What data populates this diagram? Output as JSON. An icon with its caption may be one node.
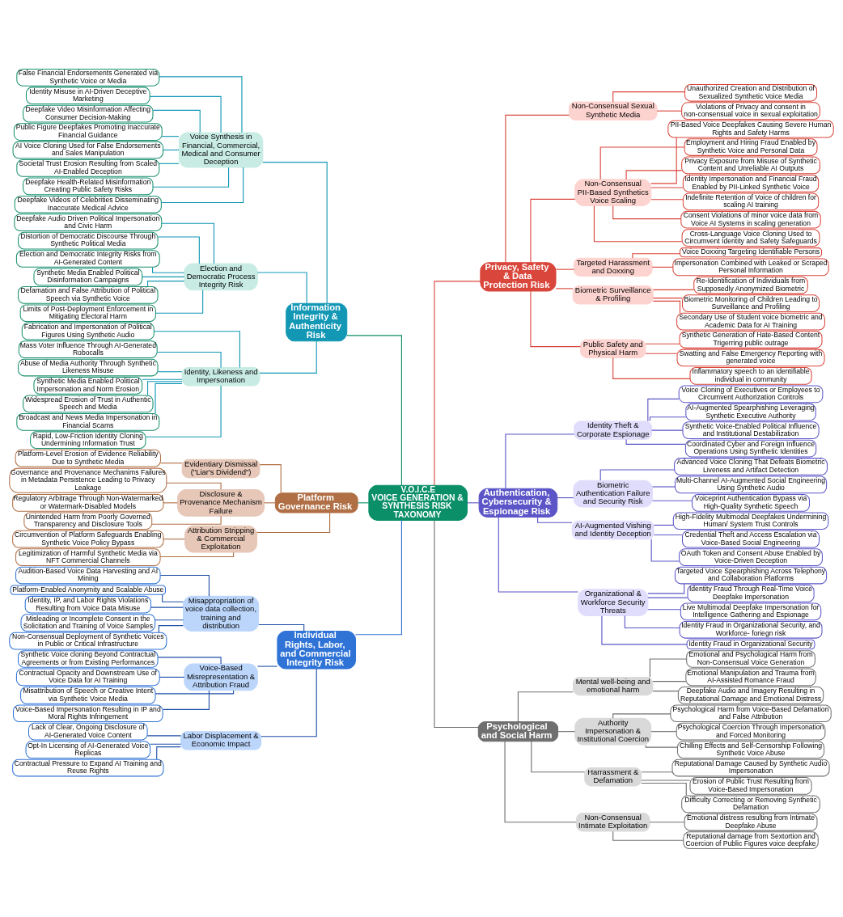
{
  "diagram": {
    "nodes": [
      {
        "text": [
          "V.O.I.C.E",
          "VOICE GENERATION & SYNTHESIS RISK TAXONOMY"
        ]
      },
      {
        "text": [
          "Information Integrity & Authenticity Risk"
        ]
      },
      {
        "text": [
          "Voice Synthesis in Financial, Commercial, Medical and Consumer Deception"
        ]
      },
      {
        "text": [
          "Election and Democratic Process Integrity Risk"
        ]
      },
      {
        "text": [
          "Identity, Likeness and Impersonation"
        ]
      },
      {
        "text": [
          "False Financial Endorsements Generated via Synthetic Voice or Media"
        ]
      },
      {
        "text": [
          "Identity Misuse in AI-Driven Deceptive Marketing"
        ]
      },
      {
        "text": [
          "Deepfake Video Misinformation Affecting Consumer Decision-Making"
        ]
      },
      {
        "text": [
          "Public Figure Deepfakes Promoting Inaccurate Financial Guidance"
        ]
      },
      {
        "text": [
          "AI Voice Cloning Used for False Endorsements and Sales Manipulation"
        ]
      },
      {
        "text": [
          "Societal Trust Erosion Resulting from Scaled AI-Enabled Deception"
        ]
      },
      {
        "text": [
          "Deepfake Health-Related Misinformation Creating Public Safety Risks"
        ]
      },
      {
        "text": [
          "Deepfake Videos of Celebrities Disseminating Inaccurate Medical Advice"
        ]
      },
      {
        "text": [
          "Deepfake Audio Driven Political Impersonation and Civic Harm"
        ]
      },
      {
        "text": [
          "Distortion of Democratic Discourse Through Synthetic Political Media"
        ]
      },
      {
        "text": [
          "Election and Democratic Integrity Risks from AI-Generated Content"
        ]
      },
      {
        "text": [
          "Synthetic Media Enabled Political Disinformation Campaigns"
        ]
      },
      {
        "text": [
          "Defamation and False Attribution of Political Speech via Synthetic Voice"
        ]
      },
      {
        "text": [
          "Limits of Post-Deployment Enforcement in Mitigating Electoral Harm"
        ]
      },
      {
        "text": [
          "Fabrication and Impersonation of Political Figures Using Synthetic Audio"
        ]
      },
      {
        "text": [
          "Mass Voter Influence Through AI-Generated Robocalls"
        ]
      },
      {
        "text": [
          "Abuse of Media Authority Through Synthetic Likeness Misuse"
        ]
      },
      {
        "text": [
          "Synthetic Media Enabled Political Impersonation and Norm Erosion"
        ]
      },
      {
        "text": [
          "Widespread Erosion of Trust in Authentic Speech and Media"
        ]
      },
      {
        "text": [
          "Broadcast and News Media Impersonation in Financial Scams"
        ]
      },
      {
        "text": [
          "Rapid, Low-Friction Identity Cloning Undermining Information Trust"
        ]
      },
      {
        "text": [
          "Privacy, Safety & Data Protection Risk"
        ]
      },
      {
        "text": [
          "Non-Consensual Sexual Synthetic Media"
        ]
      },
      {
        "text": [
          "Non-Consensual PII-Based Synthetics Voice Scaling"
        ]
      },
      {
        "text": [
          "Targeted Harassment and Doxxing"
        ]
      },
      {
        "text": [
          "Biometric Surveillance & Profiling"
        ]
      },
      {
        "text": [
          "Public Safety and Physical Harm"
        ]
      },
      {
        "text": [
          "Unauthorized Creation and Distribution of Sexualized Synthetic Voice Media"
        ]
      },
      {
        "text": [
          "Violations of Privacy and consent in non-consensual voice in sexual exploitation"
        ]
      },
      {
        "text": [
          "PII-Based Voice Deepfakes Causing Severe Human Rights and Safety Harms"
        ]
      },
      {
        "text": [
          "Employment and Hiring Fraud Enabled by Synthetic Voice and Personal Data"
        ]
      },
      {
        "text": [
          "Privacy Exposure from Misuse of Synthetic Content and Unreliable AI Outputs"
        ]
      },
      {
        "text": [
          "Identity Impersonation and Financial Fraud Enabled by PII-Linked Synthetic Voice"
        ]
      },
      {
        "text": [
          "Indefinite Retention of Voice of children for scaling AI training"
        ]
      },
      {
        "text": [
          "Consent Violations of minor voice data from Voice AI Systems in scaling generation"
        ]
      },
      {
        "text": [
          "Cross-Language Voice Cloning Used to Circumvent Identity and Safety Safeguards"
        ]
      },
      {
        "text": [
          "Voice Doxxing Targeting Identifiable Persons"
        ]
      },
      {
        "text": [
          "Impersonation Combined with Leaked or Scraped Personal Information"
        ]
      },
      {
        "text": [
          "Re-Identification of Individuals from Supposedly Anonymized Biometric"
        ]
      },
      {
        "text": [
          "Biometric Monitoring of Children Leading to Surveillance and Profiling"
        ]
      },
      {
        "text": [
          "Secondary Use of Student voice biometric and Academic Data for AI Training"
        ]
      },
      {
        "text": [
          "Synthetic Generation of Hate-Based Content Trigerring public outrage"
        ]
      },
      {
        "text": [
          "Swatting and False Emergency Reporting with generated voice"
        ]
      },
      {
        "text": [
          "Inflammatory speech to an identifiable individual in community"
        ]
      },
      {
        "text": [
          "Platform Governance Risk"
        ]
      },
      {
        "text": [
          "Evidentiary Dismissal (\"Liar's Dividend\")"
        ]
      },
      {
        "text": [
          "Disclosure & Provenance Mechanism Failure"
        ]
      },
      {
        "text": [
          "Attribution Stripping & Commercial Exploitation"
        ]
      },
      {
        "text": [
          "Platform-Level Erosion of Evidence Reliability Due to Synthetic Media"
        ]
      },
      {
        "text": [
          "Governance and Provenance Mechanims Failures in Metadata Persistence Leading to Privacy Leakage"
        ]
      },
      {
        "text": [
          "Regulatory Arbitrage Through Non-Watermarked or Watermark-Disabled Models"
        ]
      },
      {
        "text": [
          "Unintended Harm from Poorly Governed Transparency and Disclosure Tools"
        ]
      },
      {
        "text": [
          "Circumvention of Platform Safeguards Enabling Synthetic Voice Policy Bypass"
        ]
      },
      {
        "text": [
          "Legitimization of Harmful Synthetic Media via NFT Commercial Channels"
        ]
      },
      {
        "text": [
          "Authentication, Cybersecurity & Espionage Risk"
        ]
      },
      {
        "text": [
          "Identity Theft & Corporate Espionage"
        ]
      },
      {
        "text": [
          "Biometric Authentication Failure and Security Risk"
        ]
      },
      {
        "text": [
          "AI-Augmented Vishing and Identity Deception"
        ]
      },
      {
        "text": [
          "Organizational & Workforce Security Threats"
        ]
      },
      {
        "text": [
          "Voice Cloning of Executives or Employees to Circumvent Authorization Controls"
        ]
      },
      {
        "text": [
          "AI-Augmented Spearphishing Leveraging Synthetic Executive Authority"
        ]
      },
      {
        "text": [
          "Synthetic Voice-Enabled Political Influence and Institutional Destabilization"
        ]
      },
      {
        "text": [
          "Coordinated Cyber and Foreign Influence Operations Using Synthetic Identities"
        ]
      },
      {
        "text": [
          "Advanced Voice Cloning That Defeats Biometric Liveness and Artifact Detection"
        ]
      },
      {
        "text": [
          "Multi-Channel AI-Augmented Social Engineering Using Synthetic Audio"
        ]
      },
      {
        "text": [
          "Voiceprint Authentication Bypass via High-Quality Synthetic Speech"
        ]
      },
      {
        "text": [
          "High-Fidelity Multimodal Deepfakes Undermining Human/ System Trust Controls"
        ]
      },
      {
        "text": [
          "Credential Theft and Access Escalation via Voice-Based Social Engineering"
        ]
      },
      {
        "text": [
          "OAuth Token and Consent Abuse Enabled by Voice-Driven Deception"
        ]
      },
      {
        "text": [
          "Targeted Voice Spearphishing Across Telephony and Collaboration Platforms"
        ]
      },
      {
        "text": [
          "Identity Fraud Through Real-Time Voice Deepfake Impersonation"
        ]
      },
      {
        "text": [
          "Live Multimodal Deepfake Impersonation for Intelligence Gathering and Espionage"
        ]
      },
      {
        "text": [
          "Identity Fraud in Organizational Security, and Workforce- foriegn risk"
        ]
      },
      {
        "text": [
          "Identity Fraud in Organizational Security"
        ]
      },
      {
        "text": [
          "Individual Rights, Labor, and Commercial Integrity Risk"
        ]
      },
      {
        "text": [
          "Misappropriation of voice data collection, training and distribution"
        ]
      },
      {
        "text": [
          "Voice-Based Misrepresentation & Attribution Fraud"
        ]
      },
      {
        "text": [
          "Labor Displacement & Economic Impact"
        ]
      },
      {
        "text": [
          "Audition-Based Voice Data Harvesting and AI Mining"
        ]
      },
      {
        "text": [
          "Platform-Enabled Anonymity and Scalable Abuse"
        ]
      },
      {
        "text": [
          "Identity, IP, and Labor Rights Violations Resulting from Voice Data Misuse"
        ]
      },
      {
        "text": [
          "Misleading or Incomplete Consent in the Solicitation and Training of Voice Samples"
        ]
      },
      {
        "text": [
          "Non-Consensual Deployment of Synthetic Voices in Public or Critical Infrastructure"
        ]
      },
      {
        "text": [
          "Synthetic Voice cloning Beyond Contractual Agreements or from Existing Performances"
        ]
      },
      {
        "text": [
          "Contractual Opacity and Downstream Use of Voice Data for AI Training"
        ]
      },
      {
        "text": [
          "Misattribution of Speech or Creative Intent via Synthetic Voice Media"
        ]
      },
      {
        "text": [
          "Voice-Based Impersonation Resulting in IP and Moral Rights Infringement"
        ]
      },
      {
        "text": [
          "Lack of Clear, Ongoing Disclosure of AI-Generated Voice Content"
        ]
      },
      {
        "text": [
          "Opt-In Licensing of AI-Generated Voice Replicas"
        ]
      },
      {
        "text": [
          "Contractual Pressure to Expand AI Training and Reuse Rights"
        ]
      },
      {
        "text": [
          "Psychological and Social Harm"
        ]
      },
      {
        "text": [
          "Mental well-being and emotional harm"
        ]
      },
      {
        "text": [
          "Authority Impersonation & Institutional Coercion"
        ]
      },
      {
        "text": [
          "Harrassment & Defamation"
        ]
      },
      {
        "text": [
          "Non-Consensual Intimate Exploitation"
        ]
      },
      {
        "text": [
          "Emotional and Psychological Harm from Non-Consensual Voice Generation"
        ]
      },
      {
        "text": [
          "Emotional Manipulation and Trauma from AI-Assisted Romance Fraud"
        ]
      },
      {
        "text": [
          "Deepfake Audio and Imagery Resulting in Reputational Damage and Emotional Distress"
        ]
      },
      {
        "text": [
          "Psychological Harm from Voice-Based Defamation and False Attribution"
        ]
      },
      {
        "text": [
          "Psychological Coercion Through Impersonation and Forced Monitoring"
        ]
      },
      {
        "text": [
          "Chilling Effects and Self-Censorship Following Synthetic Voice Abuse"
        ]
      },
      {
        "text": [
          "Reputational Damage Caused by Synthetic Audio Impersonation"
        ]
      },
      {
        "text": [
          "Erosion of Public Trust Resulting from Voice-Based Impersonation"
        ]
      },
      {
        "text": [
          "Difficulty Correcting or Removing Synthetic Defamation"
        ]
      },
      {
        "text": [
          "Emotional distress resulting from Intimate Deepfake Abuse"
        ]
      },
      {
        "text": [
          "Reputational damage from Sextortion and Coercion of Public Figures voice deepfake"
        ]
      }
    ],
    "edges": [
      {
        "from": 0,
        "to": 1,
        "arrow": "none",
        "color": "#0a8f68"
      },
      {
        "from": 0,
        "to": 26,
        "arrow": "none",
        "color": "#d9463b"
      },
      {
        "from": 0,
        "to": 49,
        "arrow": "none",
        "color": "#0a8f68"
      },
      {
        "from": 0,
        "to": 59,
        "arrow": "none",
        "color": "#5b55c7"
      },
      {
        "from": 0,
        "to": 79,
        "arrow": "none",
        "color": "#2f73d6"
      },
      {
        "from": 0,
        "to": 95,
        "arrow": "none",
        "color": "#6f6f6f"
      },
      {
        "from": 1,
        "to": 2,
        "arrow": "none",
        "color": "#1297b5"
      },
      {
        "from": 1,
        "to": 3,
        "arrow": "none",
        "color": "#1297b5"
      },
      {
        "from": 1,
        "to": 4,
        "arrow": "none",
        "color": "#1297b5"
      },
      {
        "from": 2,
        "to": 5,
        "arrow": "none",
        "color": "#1297b5"
      },
      {
        "from": 2,
        "to": 6,
        "arrow": "none",
        "color": "#1297b5"
      },
      {
        "from": 2,
        "to": 7,
        "arrow": "none",
        "color": "#1297b5"
      },
      {
        "from": 2,
        "to": 8,
        "arrow": "none",
        "color": "#1297b5"
      },
      {
        "from": 2,
        "to": 9,
        "arrow": "none",
        "color": "#1297b5"
      },
      {
        "from": 2,
        "to": 10,
        "arrow": "none",
        "color": "#1297b5"
      },
      {
        "from": 2,
        "to": 11,
        "arrow": "none",
        "color": "#1297b5"
      },
      {
        "from": 2,
        "to": 12,
        "arrow": "none",
        "color": "#1297b5"
      },
      {
        "from": 3,
        "to": 13,
        "arrow": "none",
        "color": "#1297b5"
      },
      {
        "from": 3,
        "to": 14,
        "arrow": "none",
        "color": "#1297b5"
      },
      {
        "from": 3,
        "to": 15,
        "arrow": "none",
        "color": "#1297b5"
      },
      {
        "from": 3,
        "to": 16,
        "arrow": "none",
        "color": "#1297b5"
      },
      {
        "from": 3,
        "to": 17,
        "arrow": "none",
        "color": "#1297b5"
      },
      {
        "from": 3,
        "to": 18,
        "arrow": "none",
        "color": "#1297b5"
      },
      {
        "from": 4,
        "to": 19,
        "arrow": "none",
        "color": "#1297b5"
      },
      {
        "from": 4,
        "to": 20,
        "arrow": "none",
        "color": "#1297b5"
      },
      {
        "from": 4,
        "to": 21,
        "arrow": "none",
        "color": "#1297b5"
      },
      {
        "from": 4,
        "to": 22,
        "arrow": "none",
        "color": "#1297b5"
      },
      {
        "from": 4,
        "to": 23,
        "arrow": "none",
        "color": "#1297b5"
      },
      {
        "from": 4,
        "to": 24,
        "arrow": "none",
        "color": "#1297b5"
      },
      {
        "from": 4,
        "to": 25,
        "arrow": "none",
        "color": "#1297b5"
      },
      {
        "from": 26,
        "to": 27,
        "arrow": "none",
        "color": "#d9463b"
      },
      {
        "from": 26,
        "to": 28,
        "arrow": "none",
        "color": "#d9463b"
      },
      {
        "from": 26,
        "to": 29,
        "arrow": "none",
        "color": "#d9463b"
      },
      {
        "from": 26,
        "to": 30,
        "arrow": "none",
        "color": "#d9463b"
      },
      {
        "from": 26,
        "to": 31,
        "arrow": "none",
        "color": "#d9463b"
      },
      {
        "from": 27,
        "to": 32,
        "arrow": "none",
        "color": "#d9463b"
      },
      {
        "from": 27,
        "to": 33,
        "arrow": "none",
        "color": "#d9463b"
      },
      {
        "from": 28,
        "to": 34,
        "arrow": "none",
        "color": "#d9463b"
      },
      {
        "from": 28,
        "to": 35,
        "arrow": "none",
        "color": "#d9463b"
      },
      {
        "from": 28,
        "to": 36,
        "arrow": "none",
        "color": "#d9463b"
      },
      {
        "from": 28,
        "to": 37,
        "arrow": "none",
        "color": "#d9463b"
      },
      {
        "from": 28,
        "to": 38,
        "arrow": "none",
        "color": "#d9463b"
      },
      {
        "from": 28,
        "to": 39,
        "arrow": "none",
        "color": "#d9463b"
      },
      {
        "from": 28,
        "to": 40,
        "arrow": "none",
        "color": "#d9463b"
      },
      {
        "from": 29,
        "to": 41,
        "arrow": "none",
        "color": "#d9463b"
      },
      {
        "from": 29,
        "to": 42,
        "arrow": "none",
        "color": "#d9463b"
      },
      {
        "from": 30,
        "to": 43,
        "arrow": "none",
        "color": "#d9463b"
      },
      {
        "from": 30,
        "to": 44,
        "arrow": "none",
        "color": "#d9463b"
      },
      {
        "from": 30,
        "to": 45,
        "arrow": "none",
        "color": "#d9463b"
      },
      {
        "from": 31,
        "to": 46,
        "arrow": "none",
        "color": "#d9463b"
      },
      {
        "from": 31,
        "to": 47,
        "arrow": "none",
        "color": "#d9463b"
      },
      {
        "from": 31,
        "to": 48,
        "arrow": "none",
        "color": "#d9463b"
      },
      {
        "from": 49,
        "to": 50,
        "arrow": "none",
        "color": "#b06f44"
      },
      {
        "from": 49,
        "to": 51,
        "arrow": "none",
        "color": "#b06f44"
      },
      {
        "from": 49,
        "to": 52,
        "arrow": "none",
        "color": "#b06f44"
      },
      {
        "from": 50,
        "to": 53,
        "arrow": "none",
        "color": "#b06f44"
      },
      {
        "from": 51,
        "to": 54,
        "arrow": "none",
        "color": "#b06f44"
      },
      {
        "from": 51,
        "to": 55,
        "arrow": "none",
        "color": "#b06f44"
      },
      {
        "from": 51,
        "to": 56,
        "arrow": "none",
        "color": "#b06f44"
      },
      {
        "from": 52,
        "to": 57,
        "arrow": "none",
        "color": "#b06f44"
      },
      {
        "from": 52,
        "to": 58,
        "arrow": "none",
        "color": "#b06f44"
      },
      {
        "from": 59,
        "to": 60,
        "arrow": "none",
        "color": "#5b55c7"
      },
      {
        "from": 59,
        "to": 61,
        "arrow": "none",
        "color": "#5b55c7"
      },
      {
        "from": 59,
        "to": 62,
        "arrow": "none",
        "color": "#5b55c7"
      },
      {
        "from": 59,
        "to": 63,
        "arrow": "none",
        "color": "#5b55c7"
      },
      {
        "from": 60,
        "to": 64,
        "arrow": "none",
        "color": "#5b55c7"
      },
      {
        "from": 60,
        "to": 65,
        "arrow": "none",
        "color": "#5b55c7"
      },
      {
        "from": 60,
        "to": 66,
        "arrow": "none",
        "color": "#5b55c7"
      },
      {
        "from": 60,
        "to": 67,
        "arrow": "none",
        "color": "#5b55c7"
      },
      {
        "from": 61,
        "to": 68,
        "arrow": "none",
        "color": "#5b55c7"
      },
      {
        "from": 61,
        "to": 69,
        "arrow": "none",
        "color": "#5b55c7"
      },
      {
        "from": 61,
        "to": 70,
        "arrow": "none",
        "color": "#5b55c7"
      },
      {
        "from": 62,
        "to": 71,
        "arrow": "none",
        "color": "#5b55c7"
      },
      {
        "from": 62,
        "to": 72,
        "arrow": "none",
        "color": "#5b55c7"
      },
      {
        "from": 62,
        "to": 73,
        "arrow": "none",
        "color": "#5b55c7"
      },
      {
        "from": 63,
        "to": 74,
        "arrow": "none",
        "color": "#5b55c7"
      },
      {
        "from": 63,
        "to": 75,
        "arrow": "none",
        "color": "#5b55c7"
      },
      {
        "from": 63,
        "to": 76,
        "arrow": "none",
        "color": "#5b55c7"
      },
      {
        "from": 63,
        "to": 77,
        "arrow": "none",
        "color": "#5b55c7"
      },
      {
        "from": 63,
        "to": 78,
        "arrow": "none",
        "color": "#5b55c7"
      },
      {
        "from": 79,
        "to": 80,
        "arrow": "none",
        "color": "#1f4fa8"
      },
      {
        "from": 79,
        "to": 81,
        "arrow": "none",
        "color": "#1f4fa8"
      },
      {
        "from": 79,
        "to": 82,
        "arrow": "none",
        "color": "#1f4fa8"
      },
      {
        "from": 80,
        "to": 83,
        "arrow": "none",
        "color": "#1f4fa8"
      },
      {
        "from": 80,
        "to": 84,
        "arrow": "none",
        "color": "#1f4fa8"
      },
      {
        "from": 80,
        "to": 85,
        "arrow": "none",
        "color": "#1f4fa8"
      },
      {
        "from": 80,
        "to": 86,
        "arrow": "none",
        "color": "#1f4fa8"
      },
      {
        "from": 80,
        "to": 87,
        "arrow": "none",
        "color": "#1f4fa8"
      },
      {
        "from": 81,
        "to": 88,
        "arrow": "none",
        "color": "#1f4fa8"
      },
      {
        "from": 81,
        "to": 89,
        "arrow": "none",
        "color": "#1f4fa8"
      },
      {
        "from": 81,
        "to": 90,
        "arrow": "none",
        "color": "#1f4fa8"
      },
      {
        "from": 81,
        "to": 91,
        "arrow": "none",
        "color": "#1f4fa8"
      },
      {
        "from": 82,
        "to": 92,
        "arrow": "none",
        "color": "#1f4fa8"
      },
      {
        "from": 82,
        "to": 93,
        "arrow": "none",
        "color": "#1f4fa8"
      },
      {
        "from": 82,
        "to": 94,
        "arrow": "none",
        "color": "#1f4fa8"
      },
      {
        "from": 95,
        "to": 96,
        "arrow": "none",
        "color": "#6f6f6f"
      },
      {
        "from": 95,
        "to": 97,
        "arrow": "none",
        "color": "#6f6f6f"
      },
      {
        "from": 95,
        "to": 98,
        "arrow": "none",
        "color": "#6f6f6f"
      },
      {
        "from": 95,
        "to": 99,
        "arrow": "none",
        "color": "#6f6f6f"
      },
      {
        "from": 96,
        "to": 100,
        "arrow": "none",
        "color": "#6f6f6f"
      },
      {
        "from": 96,
        "to": 101,
        "arrow": "none",
        "color": "#6f6f6f"
      },
      {
        "from": 96,
        "to": 102,
        "arrow": "none",
        "color": "#6f6f6f"
      },
      {
        "from": 97,
        "to": 103,
        "arrow": "none",
        "color": "#6f6f6f"
      },
      {
        "from": 97,
        "to": 104,
        "arrow": "none",
        "color": "#6f6f6f"
      },
      {
        "from": 97,
        "to": 105,
        "arrow": "none",
        "color": "#6f6f6f"
      },
      {
        "from": 98,
        "to": 106,
        "arrow": "none",
        "color": "#6f6f6f"
      },
      {
        "from": 98,
        "to": 107,
        "arrow": "none",
        "color": "#6f6f6f"
      },
      {
        "from": 98,
        "to": 108,
        "arrow": "none",
        "color": "#6f6f6f"
      },
      {
        "from": 99,
        "to": 109,
        "arrow": "none",
        "color": "#6f6f6f"
      },
      {
        "from": 99,
        "to": 110,
        "arrow": "none",
        "color": "#6f6f6f"
      }
    ]
  }
}
